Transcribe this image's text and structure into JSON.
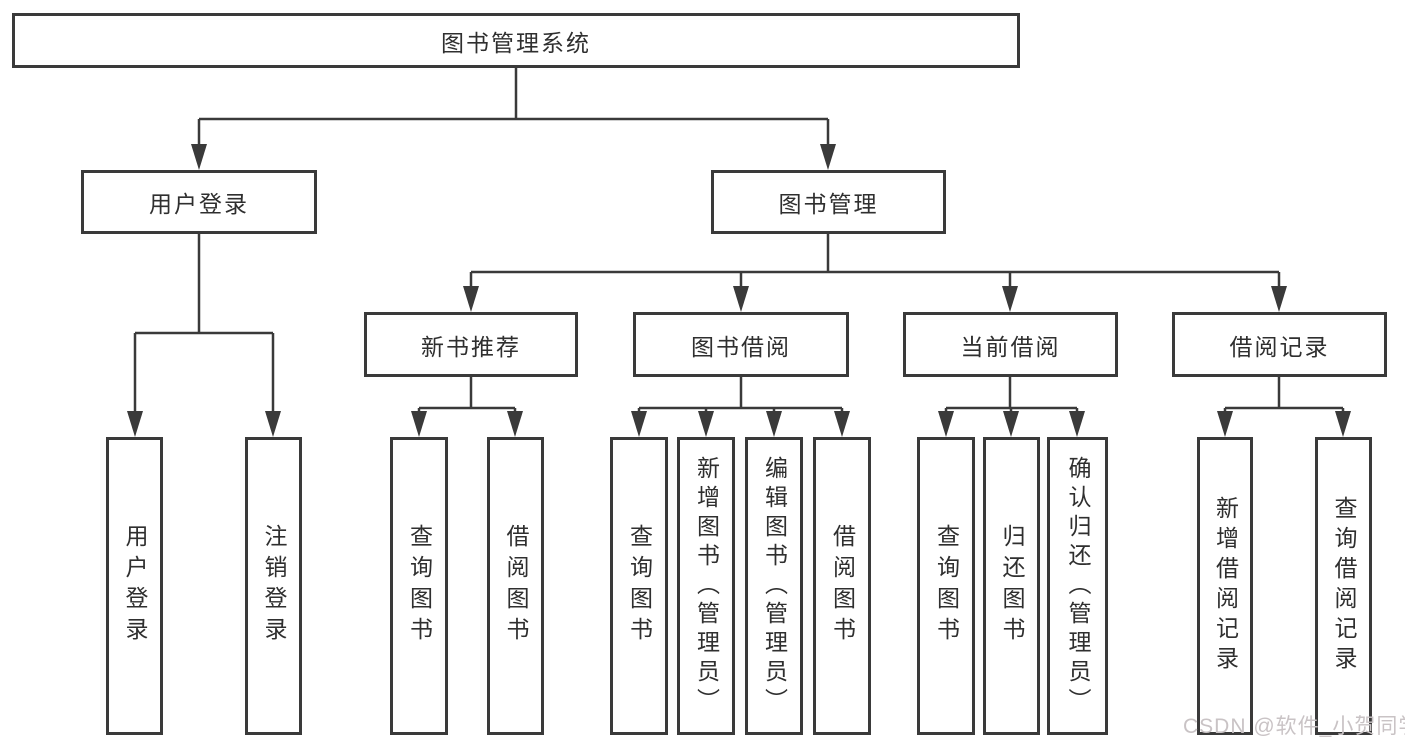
{
  "diagram": {
    "root": {
      "label": "图书管理系统"
    },
    "level2": {
      "user_login": {
        "label": "用户登录"
      },
      "book_mgmt": {
        "label": "图书管理"
      }
    },
    "level3": {
      "new_book": {
        "label": "新书推荐"
      },
      "borrowing": {
        "label": "图书借阅"
      },
      "current": {
        "label": "当前借阅"
      },
      "records": {
        "label": "借阅记录"
      }
    },
    "leaves": {
      "user_login": {
        "label": "用户登录"
      },
      "logout": {
        "label": "注销登录"
      },
      "nb_query": {
        "label": "查询图书"
      },
      "nb_borrow": {
        "label": "借阅图书"
      },
      "bw_query": {
        "label": "查询图书"
      },
      "bw_add": {
        "label": "新增图书（管理员）"
      },
      "bw_edit": {
        "label": "编辑图书（管理员）"
      },
      "bw_borrow": {
        "label": "借阅图书"
      },
      "cb_query": {
        "label": "查询图书"
      },
      "cb_return": {
        "label": "归还图书"
      },
      "cb_confirm": {
        "label": "确认归还（管理员）"
      },
      "rec_add": {
        "label": "新增借阅记录"
      },
      "rec_query": {
        "label": "查询借阅记录"
      }
    }
  },
  "colors": {
    "line": "#3a3a3a",
    "text": "#2f2f2f",
    "background": "#ffffff",
    "watermark": "#c9c3c5"
  },
  "watermark": {
    "label": "CSDN @软件_小贺同学"
  }
}
